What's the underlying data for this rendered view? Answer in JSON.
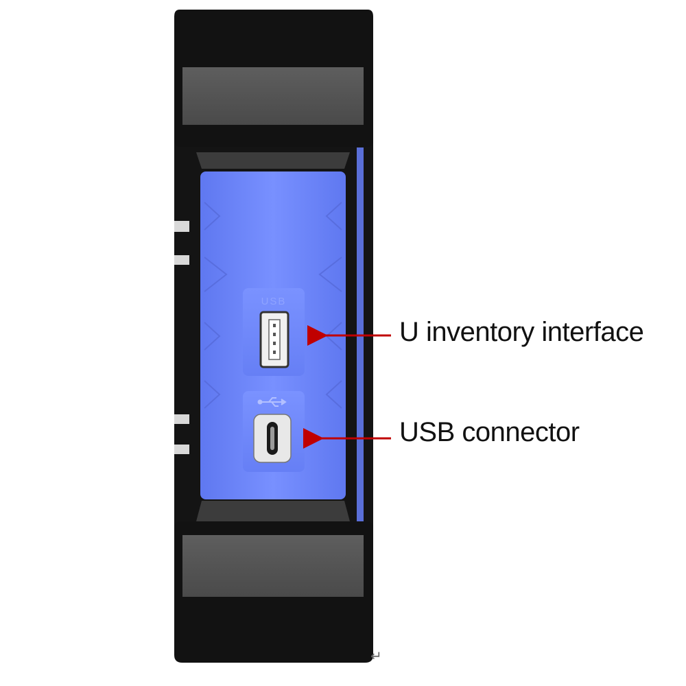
{
  "device": {
    "body_color": "#1a1a1a",
    "panel_color": "#6f87ff",
    "bumper_color": "#555555",
    "port_label_usb": "USB"
  },
  "callouts": [
    {
      "label": "U inventory interface",
      "target": "usb-a-port",
      "arrow_color": "#c00000"
    },
    {
      "label": "USB connector",
      "target": "usb-c-port",
      "arrow_color": "#c00000"
    }
  ],
  "icons": {
    "usb_symbol": "usb-icon",
    "return_mark": "↵"
  }
}
